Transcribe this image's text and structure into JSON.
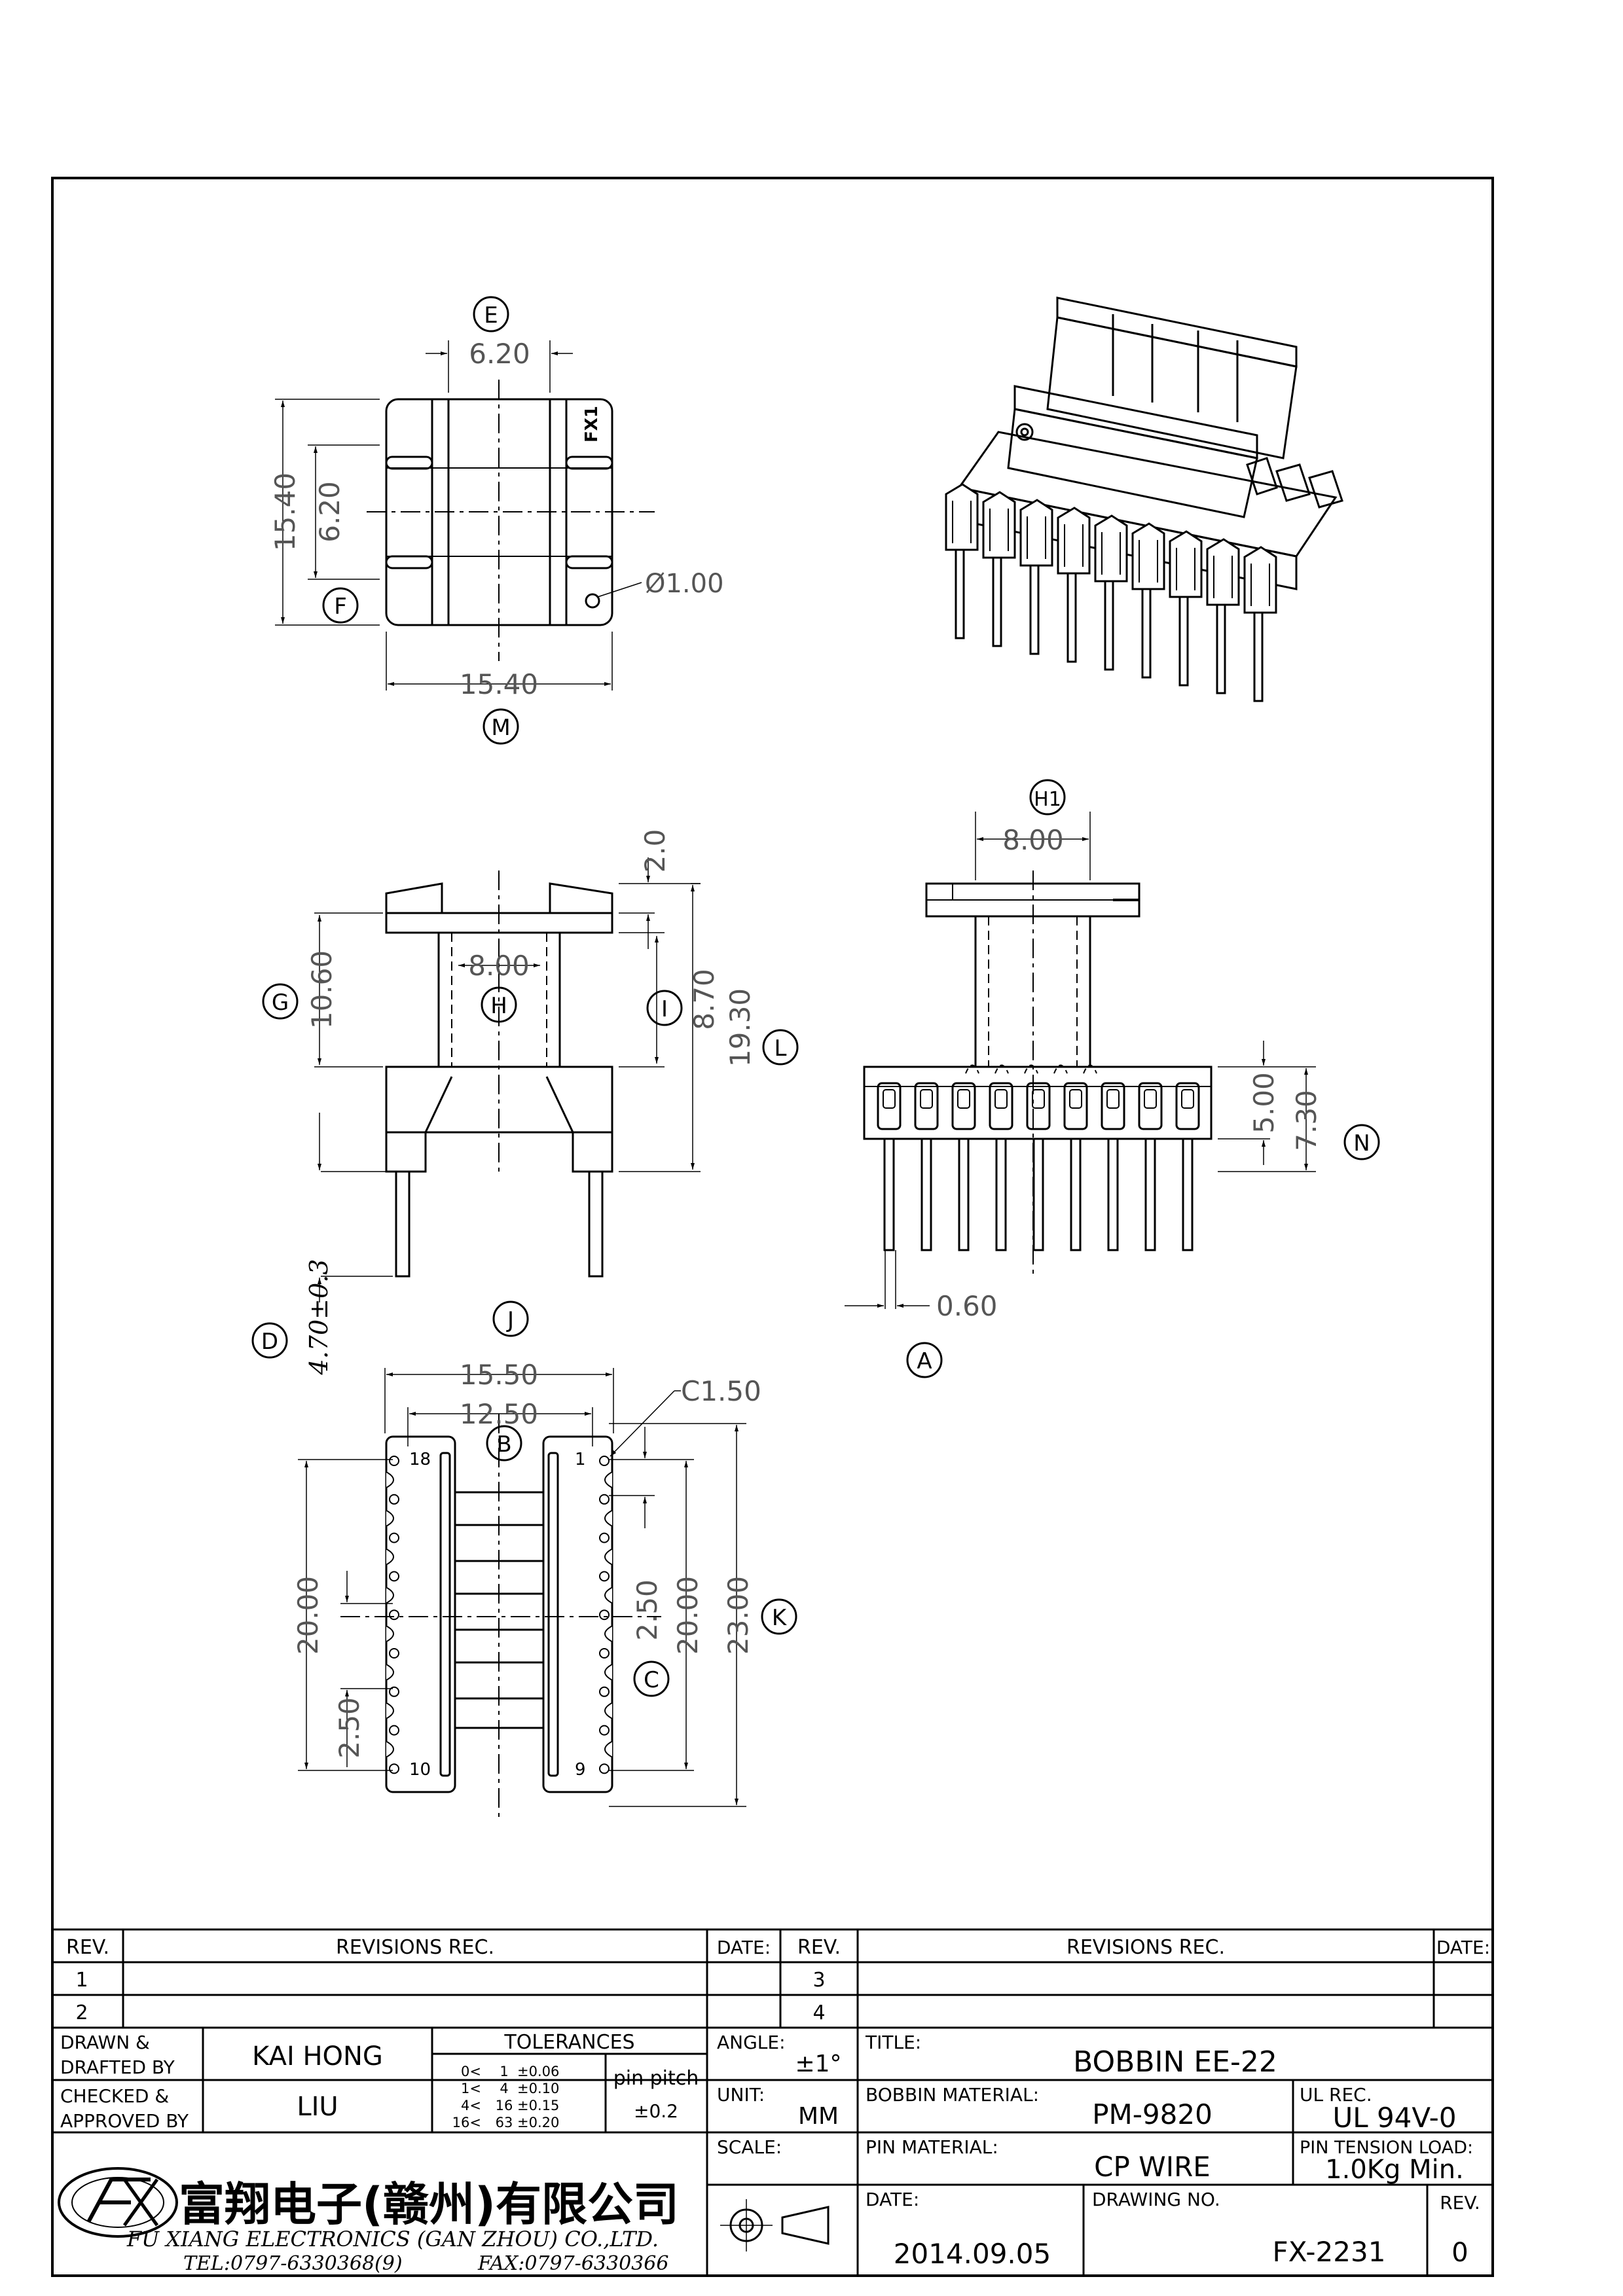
{
  "views": {
    "top": {
      "callouts": {
        "E": "E",
        "F": "F",
        "M": "M"
      },
      "dims": {
        "core_width": "6.20",
        "height": "15.40",
        "core_height": "6.20",
        "width": "15.40",
        "hole": "Ø1.00"
      },
      "logo_mark": "FX1"
    },
    "front": {
      "callouts": {
        "G": "G",
        "H": "H",
        "I": "I",
        "L": "L",
        "D": "D"
      },
      "dims": {
        "flange": "2.0",
        "core": "8.00",
        "window": "10.60",
        "inner": "8.70",
        "height": "19.30",
        "pin_length": "4.70±0.3"
      }
    },
    "side": {
      "callouts": {
        "H1": "H1",
        "N": "N",
        "A": "A"
      },
      "dims": {
        "core": "8.00",
        "base": "5.00",
        "base_total": "7.30",
        "pin_dia": "0.60"
      }
    },
    "bottom": {
      "callouts": {
        "J": "J",
        "B": "B",
        "C": "C",
        "K": "K"
      },
      "dims": {
        "overall": "15.50",
        "row_spacing": "12.50",
        "chamfer": "C1.50",
        "span_left": "20.00",
        "pitch_left": "2.50",
        "pitch_right": "2.50",
        "span_right": "20.00",
        "length": "23.00"
      },
      "pin_labels": {
        "tl": "18",
        "tr": "1",
        "bl": "10",
        "br": "9"
      }
    }
  },
  "revisions": {
    "headers": {
      "rev": "REV.",
      "rec": "REVISIONS  REC.",
      "date": "DATE:"
    },
    "rows_left": [
      "1",
      "2"
    ],
    "rows_right": [
      "3",
      "4"
    ]
  },
  "title_block": {
    "drawn_label": [
      "DRAWN &",
      "DRAFTED BY"
    ],
    "drawn_value": "KAI HONG",
    "checked_label": [
      "CHECKED &",
      "APPROVED BY"
    ],
    "checked_value": "LIU",
    "tolerances_title": "TOLERANCES",
    "tol_rows": [
      [
        "0<",
        "1",
        "±0.06"
      ],
      [
        "1<",
        "4",
        "±0.10"
      ],
      [
        "4<",
        "16",
        "±0.15"
      ],
      [
        "16<",
        "63",
        "±0.20"
      ]
    ],
    "pin_pitch_label": "pin pitch",
    "pin_pitch_value": "±0.2",
    "angle_label": "ANGLE:",
    "angle_value": "±1°",
    "unit_label": "UNIT:",
    "unit_value": "MM",
    "scale_label": "SCALE:",
    "title_label": "TITLE:",
    "title_value": "BOBBIN EE-22",
    "bobbin_material_label": "BOBBIN MATERIAL:",
    "bobbin_material_value": "PM-9820",
    "ul_label": "UL REC.",
    "ul_value": "UL 94V-0",
    "pin_material_label": "PIN MATERIAL:",
    "pin_material_value": "CP WIRE",
    "pin_tension_label": "PIN TENSION LOAD:",
    "pin_tension_value": "1.0Kg Min.",
    "date_label": "DATE:",
    "date_value": "2014.09.05",
    "drawing_no_label": "DRAWING NO.",
    "drawing_no_value": "FX-2231",
    "rev_label": "REV.",
    "rev_value": "0",
    "company_cn": "富翔电子(赣州)有限公司",
    "company_en": "FU XIANG ELECTRONICS (GAN ZHOU) CO.,LTD.",
    "tel": "TEL:0797-6330368(9)",
    "fax": "FAX:0797-6330366"
  }
}
